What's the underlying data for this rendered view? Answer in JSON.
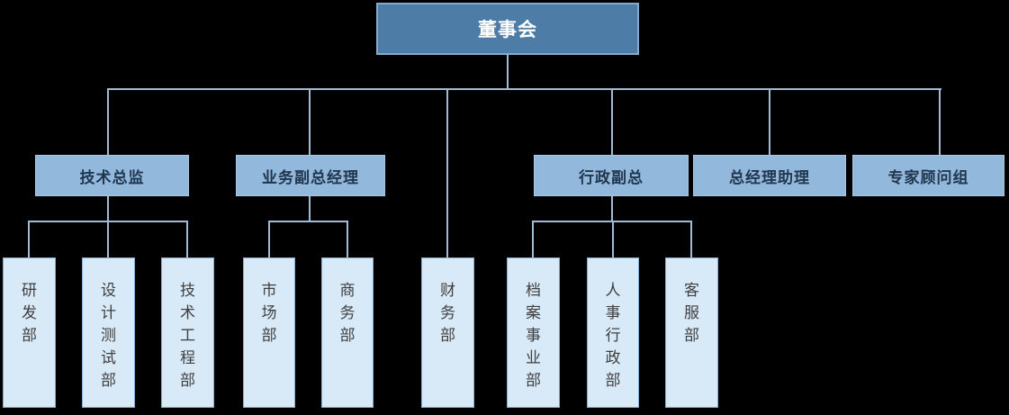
{
  "diagram": {
    "type": "org-chart",
    "root": "董事会",
    "branches": [
      {
        "label": "技术总监",
        "children": [
          "研发部",
          "设计测试部",
          "技术工程部"
        ]
      },
      {
        "label": "业务副总经理",
        "children": [
          "市场部",
          "商务部"
        ]
      },
      {
        "label": "财务部",
        "children": []
      },
      {
        "label": "行政副总",
        "children": [
          "档案事业部",
          "人事行政部",
          "客服部"
        ]
      },
      {
        "label": "总经理助理",
        "children": []
      },
      {
        "label": "专家顾问组",
        "children": []
      }
    ]
  },
  "nodes": {
    "board": "董事会",
    "tech_director": "技术总监",
    "business_deputy_gm": "业务副总经理",
    "admin_deputy_gm": "行政副总",
    "gm_assistant": "总经理助理",
    "expert_advisory_group": "专家顾问组",
    "rd_dept": "研发部",
    "design_test_dept": "设计测试部",
    "tech_engineering_dept": "技术工程部",
    "marketing_dept": "市场部",
    "commerce_dept": "商务部",
    "finance_dept": "财务部",
    "archives_dept": "档案事业部",
    "hr_admin_dept": "人事行政部",
    "customer_service_dept": "客服部"
  },
  "palette": {
    "background": "#000000",
    "connector": "#a0bcd4",
    "root_fill": "#4d7da7",
    "root_border": "#84abca",
    "root_text": "#ffffff",
    "manager_fill": "#92b8dc",
    "manager_border": "#a9c6e2",
    "manager_text": "#21374f",
    "dept_fill": "#d8e9f8",
    "dept_border": "#85add2",
    "dept_text": "#3f3f3f"
  }
}
